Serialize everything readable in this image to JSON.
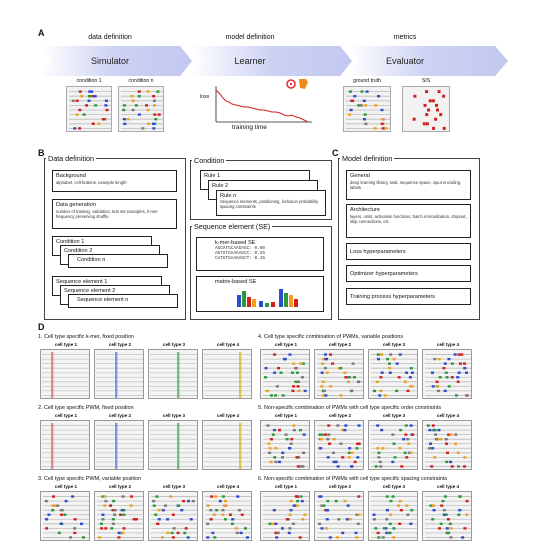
{
  "panels": {
    "a": "A",
    "b": "B",
    "c": "C",
    "d": "D"
  },
  "a": {
    "stages": [
      {
        "head": "data definition",
        "name": "Simulator"
      },
      {
        "head": "model definition",
        "name": "Learner"
      },
      {
        "head": "metrics",
        "name": "Evaluator"
      }
    ],
    "conditions": [
      "condition 1",
      "condition n"
    ],
    "loss_label": "loss",
    "time_label": "training time",
    "eval_labels": [
      "ground truth",
      "SIS"
    ]
  },
  "b": {
    "title": "Data definition",
    "background": {
      "title": "Background",
      "desc": "alphabet, cell-buttons, example length"
    },
    "generation": {
      "title": "Data generation",
      "desc": "number of training, validation, test set examples, k-mer frequency preserving shuffle"
    },
    "conditions": [
      "Condition 1",
      "Condition 2",
      "Condition n"
    ],
    "seq_elements": [
      "Sequence element 1",
      "Sequence element 2",
      "Sequence element n"
    ],
    "condition_title": "Condition",
    "rules": [
      "Rule 1",
      "Rule 2",
      "Rule n"
    ],
    "rule_desc": "Sequence elements, positioning, inclusion probability spacing constraints",
    "se_title": "Sequence element (SE)",
    "kmer_title": "k-mer-based SE",
    "kmer_lines": [
      "AGCATGCAAGAGC: 0.60",
      "AGTGTGAAGAGCC: 0.25",
      "CATGTGAAGAGCT: 0.15"
    ],
    "matrix_title": "matrix-based SE"
  },
  "c": {
    "title": "Model definition",
    "general": {
      "title": "General",
      "desc": "deep learning library, task, sequence space, input encoding, labels"
    },
    "arch": {
      "title": "Architecture",
      "desc": "layers, units, activation functions, batch normalization, dropout, skip connections, etc"
    },
    "items": [
      "Loss hyperparameters",
      "Optimizer hyperparameters",
      "Training process hyperparameters"
    ]
  },
  "d": {
    "cell_types": [
      "cell type 1",
      "cell type 2",
      "cell type 3",
      "cell type 4"
    ],
    "titles": [
      "1. Cell type specific k-mer, fixed position",
      "2. Cell type specific PWM, fixed position",
      "3. Cell type specific PWM, variable position",
      "4. Cell type specific combination of PWMs, variable positions",
      "5. Non-specific combination of PWMs with cell type specific order constraints",
      "6. Non-specific combination of PWMs with cell type specific spacing constraints"
    ]
  },
  "colors": {
    "arrow": "#c7cdf1",
    "line": "#d22020",
    "accent_green": "#2a9a3a",
    "accent_blue": "#2f4bd0"
  }
}
